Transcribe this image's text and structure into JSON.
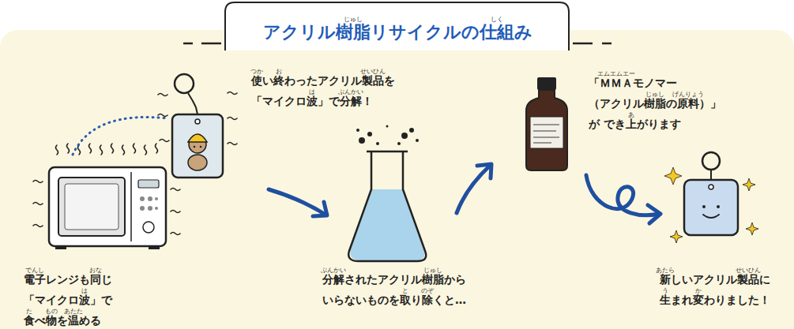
{
  "diagram": {
    "title": "アクリル樹脂リサイクルの仕組み",
    "labels": [
      "使い終わったアクリル製品を 「マイクロ波」で分解！",
      "つか",
      "お",
      "せいひん",
      "は",
      "ぶんかい",
      "電子レンジも同じ「マイクロ波」で 食べ物を温める",
      "でんし",
      "おな",
      "は",
      "た",
      "もの",
      "あたた",
      "分解されたアクリル樹脂から いらないものを取り除くと…",
      "ぶんかい",
      "じゅし",
      "と",
      "のぞ",
      "「ＭＭＡモノマー （アクリル樹脂の原料）」が でき上がります",
      "エムエムエー",
      "じゅし",
      "げんりょう",
      "あ",
      "新しいアクリル製品に 生まれ変わりました！",
      "あたら",
      "せいひん",
      "う",
      "か",
      "じゅし",
      "しく"
    ]
  }
}
